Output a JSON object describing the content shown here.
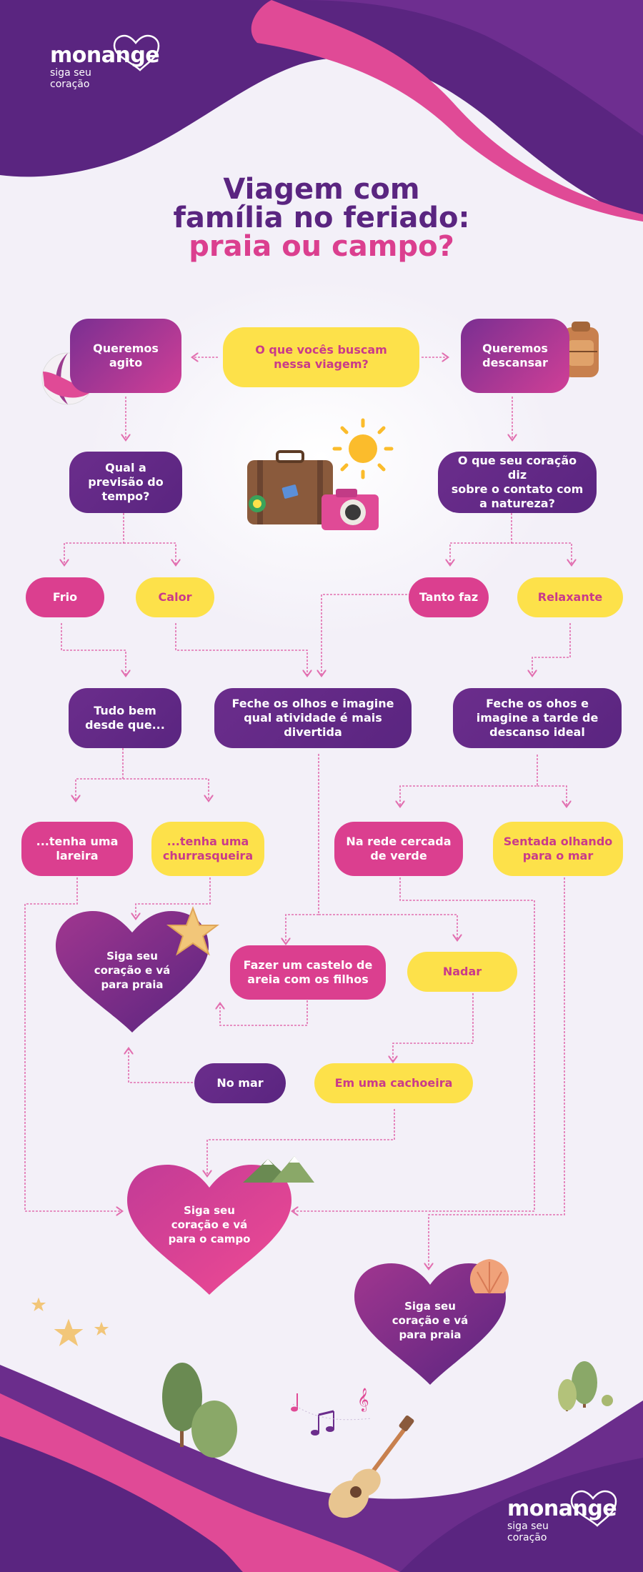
{
  "brand": {
    "name": "monange",
    "tagline_line1": "siga seu",
    "tagline_line2": "coração"
  },
  "title": {
    "line1": "Viagem com",
    "line2": "família no feriado:",
    "line3": "praia ou campo?"
  },
  "colors": {
    "purple": "#5a2580",
    "pink": "#db3f8f",
    "yellow": "#fde14a",
    "background": "#f3f0f8",
    "arrow": "#e26fb0"
  },
  "nodes": {
    "start": "O que vocês buscam\nnessa viagem?",
    "agito": "Queremos\nagito",
    "descansar": "Queremos\ndescansar",
    "previsao": "Qual a\nprevisão do\ntempo?",
    "natureza": "O que seu coração diz\nsobre o contato com\na natureza?",
    "frio": "Frio",
    "calor": "Calor",
    "tanto_faz": "Tanto faz",
    "relaxante": "Relaxante",
    "tudo_bem": "Tudo bem\ndesde que...",
    "feche_atividade": "Feche os olhos e imagine\nqual atividade é mais\ndivertida",
    "feche_descanso": "Feche os ohos e\nimagine a tarde de\ndescanso ideal",
    "lareira": "...tenha uma\nlareira",
    "churrasqueira": "...tenha uma\nchurrasqueira",
    "rede": "Na rede cercada\nde verde",
    "sentada": "Sentada olhando\npara o mar",
    "castelo": "Fazer um castelo de\nareia com os filhos",
    "nadar": "Nadar",
    "no_mar": "No mar",
    "cachoeira": "Em uma cachoeira"
  },
  "hearts": {
    "praia_top": "Siga seu\ncoração e vá\npara praia",
    "campo": "Siga seu\ncoração e vá\npara o campo",
    "praia_bottom": "Siga seu\ncoração e vá\npara praia"
  },
  "icons": [
    "beach-ball-icon",
    "backpack-icon",
    "suitcase-icon",
    "sun-icon",
    "camera-icon",
    "starfish-icon",
    "mountains-icon",
    "seashell-icon",
    "tree-icon",
    "guitar-icon",
    "music-notes-icon"
  ]
}
